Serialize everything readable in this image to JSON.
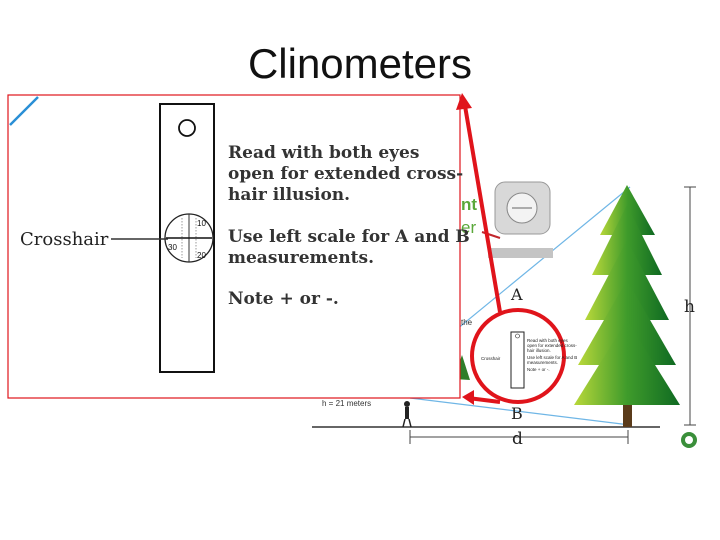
{
  "slide": {
    "title": "Clinometers"
  },
  "callout": {
    "label": "Crosshair",
    "instructions": [
      "Read with both eyes",
      "open for extended cross-",
      "hair illusion.",
      "Use left scale for A and B",
      "measurements.",
      "Note + or -."
    ],
    "scale_labels": [
      "10",
      "30",
      "20"
    ]
  },
  "diagram": {
    "label_A": "A",
    "label_B": "B",
    "label_h": "h",
    "label_d": "d",
    "partial_text": [
      "nt",
      "er",
      "the"
    ],
    "result_lines": [
      "h = 21 meters"
    ]
  },
  "mini_callout": {
    "label": "Crosshair",
    "lines": [
      "Read with both eyes",
      "open for extended cross-",
      "hair illusion.",
      "Use left scale for A and B",
      "measurements.",
      "Note + or -."
    ]
  },
  "colors": {
    "red": "#e0141b",
    "sightline": "#6fb6e6",
    "tree_dark": "#1f7d1f",
    "tree_light": "#9ccf2c"
  },
  "icons": {
    "logo": "leaf-badge-icon"
  }
}
